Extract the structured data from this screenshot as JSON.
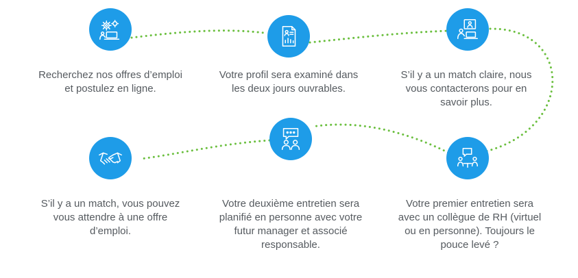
{
  "colors": {
    "accent": "#1e9ce8",
    "connector": "#6bbf3f",
    "text": "#555a5f"
  },
  "steps": [
    {
      "icon": "gears-laptop-icon",
      "text": "Recherchez nos offres d’emploi et postulez en ligne."
    },
    {
      "icon": "profile-document-icon",
      "text": "Votre profil sera examiné dans les deux jours ouvrables."
    },
    {
      "icon": "video-call-laptop-icon",
      "text": "S’il y a un match claire, nous vous contacterons pour en savoir plus."
    },
    {
      "icon": "meeting-conversation-icon",
      "text": "Votre premier entretien sera avec un collègue de RH (virtuel ou en personne). Toujours le pouce levé ?"
    },
    {
      "icon": "chat-people-icon",
      "text": "Votre deuxième entretien sera planifié en personne avec votre futur manager et associé responsable."
    },
    {
      "icon": "handshake-icon",
      "text": "S’il y a un match, vous pouvez vous attendre à une offre d’emploi."
    }
  ]
}
